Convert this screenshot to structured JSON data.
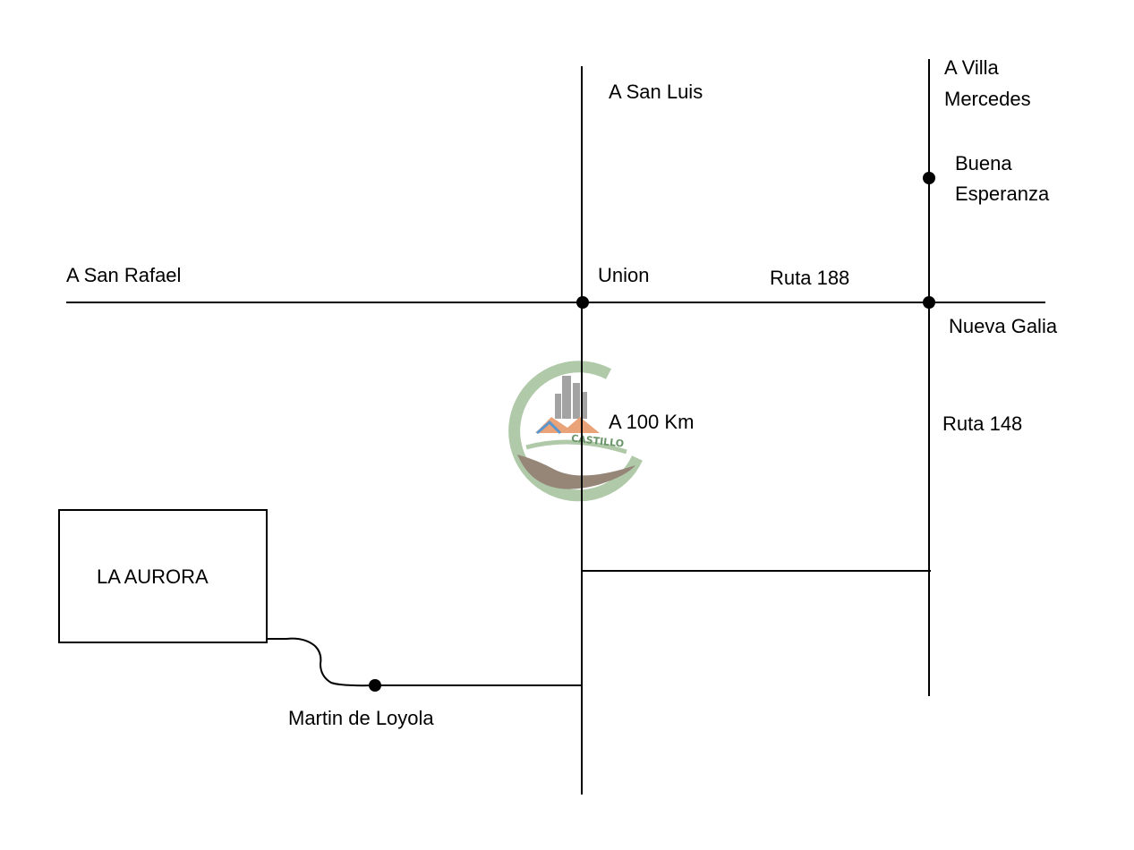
{
  "labels": {
    "san_luis": "A San Luis",
    "villa_mercedes_line1": "A Villa",
    "villa_mercedes_line2": "Mercedes",
    "buena_esperanza_line1": "Buena",
    "buena_esperanza_line2": "Esperanza",
    "san_rafael": "A San Rafael",
    "union": "Union",
    "ruta_188": "Ruta 188",
    "nueva_galia": "Nueva Galia",
    "distance": "A 100 Km",
    "ruta_148": "Ruta 148",
    "la_aurora": "LA AURORA",
    "martin_de_loyola": "Martin de Loyola"
  },
  "watermark": {
    "text": "CASTILLO",
    "colors": {
      "ring": "#a8c4a0",
      "swoosh": "#8a7a6a",
      "roof": "#e89a6a",
      "building": "#9a9a9a",
      "text": "#5a8a5a"
    }
  },
  "colors": {
    "line": "#000000",
    "text": "#000000",
    "background": "#ffffff"
  }
}
